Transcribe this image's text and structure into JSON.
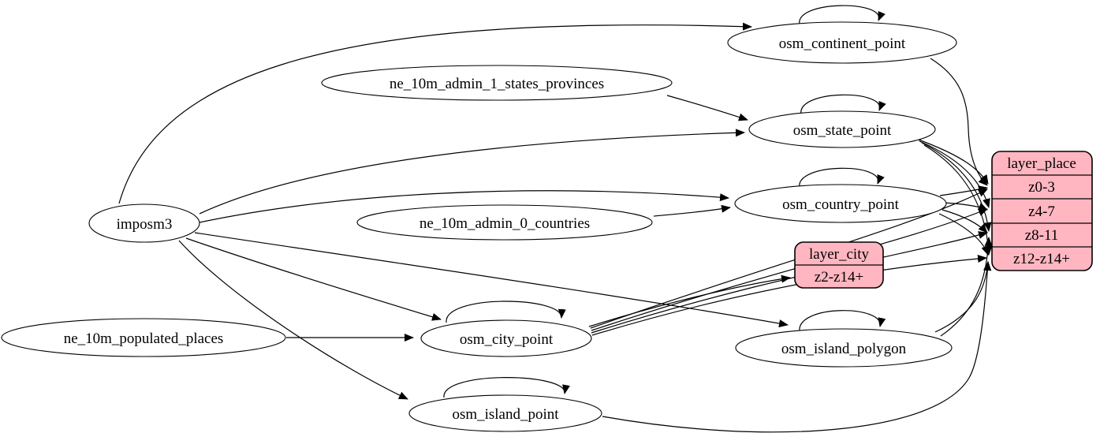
{
  "diagram": {
    "kind": "etl-graph",
    "background_color": "#ffffff",
    "table_node_fill": "#ffffff",
    "layer_node_fill": "#ffb6c1",
    "line_color": "#000000"
  },
  "nodes": {
    "imposm3": {
      "label": "imposm3",
      "shape": "ellipse"
    },
    "ne_10m_admin_1_states_provinces": {
      "label": "ne_10m_admin_1_states_provinces",
      "shape": "ellipse"
    },
    "ne_10m_admin_0_countries": {
      "label": "ne_10m_admin_0_countries",
      "shape": "ellipse"
    },
    "ne_10m_populated_places": {
      "label": "ne_10m_populated_places",
      "shape": "ellipse"
    },
    "osm_continent_point": {
      "label": "osm_continent_point",
      "shape": "ellipse"
    },
    "osm_state_point": {
      "label": "osm_state_point",
      "shape": "ellipse"
    },
    "osm_country_point": {
      "label": "osm_country_point",
      "shape": "ellipse"
    },
    "osm_city_point": {
      "label": "osm_city_point",
      "shape": "ellipse"
    },
    "osm_island_polygon": {
      "label": "osm_island_polygon",
      "shape": "ellipse"
    },
    "osm_island_point": {
      "label": "osm_island_point",
      "shape": "ellipse"
    },
    "layer_city": {
      "title": "layer_city",
      "rows": [
        "z2-z14+"
      ],
      "fill": "#ffb6c1"
    },
    "layer_place": {
      "title": "layer_place",
      "rows": [
        "z0-3",
        "z4-7",
        "z8-11",
        "z12-z14+"
      ],
      "fill": "#ffb6c1"
    }
  },
  "edges": [
    {
      "from": "imposm3",
      "to": "osm_continent_point"
    },
    {
      "from": "imposm3",
      "to": "osm_state_point"
    },
    {
      "from": "imposm3",
      "to": "osm_country_point"
    },
    {
      "from": "imposm3",
      "to": "osm_city_point"
    },
    {
      "from": "imposm3",
      "to": "osm_island_polygon"
    },
    {
      "from": "imposm3",
      "to": "osm_island_point"
    },
    {
      "from": "ne_10m_admin_1_states_provinces",
      "to": "osm_state_point"
    },
    {
      "from": "ne_10m_admin_0_countries",
      "to": "osm_country_point"
    },
    {
      "from": "ne_10m_populated_places",
      "to": "osm_city_point"
    },
    {
      "from": "osm_continent_point",
      "to": "osm_continent_point"
    },
    {
      "from": "osm_state_point",
      "to": "osm_state_point"
    },
    {
      "from": "osm_country_point",
      "to": "osm_country_point"
    },
    {
      "from": "osm_city_point",
      "to": "osm_city_point"
    },
    {
      "from": "osm_island_polygon",
      "to": "osm_island_polygon"
    },
    {
      "from": "osm_island_point",
      "to": "osm_island_point"
    },
    {
      "from": "osm_city_point",
      "to": "layer_city",
      "port": "z2-z14+"
    },
    {
      "from": "osm_continent_point",
      "to": "layer_place",
      "port": "z0-3"
    },
    {
      "from": "osm_state_point",
      "to": "layer_place",
      "port": "z0-3"
    },
    {
      "from": "osm_state_point",
      "to": "layer_place",
      "port": "z4-7"
    },
    {
      "from": "osm_state_point",
      "to": "layer_place",
      "port": "z8-11"
    },
    {
      "from": "osm_state_point",
      "to": "layer_place",
      "port": "z12-z14+"
    },
    {
      "from": "osm_country_point",
      "to": "layer_place",
      "port": "z0-3"
    },
    {
      "from": "osm_country_point",
      "to": "layer_place",
      "port": "z4-7"
    },
    {
      "from": "osm_country_point",
      "to": "layer_place",
      "port": "z8-11"
    },
    {
      "from": "osm_country_point",
      "to": "layer_place",
      "port": "z12-z14+"
    },
    {
      "from": "osm_city_point",
      "to": "layer_place",
      "port": "z0-3"
    },
    {
      "from": "osm_city_point",
      "to": "layer_place",
      "port": "z4-7"
    },
    {
      "from": "osm_city_point",
      "to": "layer_place",
      "port": "z8-11"
    },
    {
      "from": "osm_city_point",
      "to": "layer_place",
      "port": "z12-z14+"
    },
    {
      "from": "osm_island_polygon",
      "to": "layer_place",
      "port": "z8-11"
    },
    {
      "from": "osm_island_polygon",
      "to": "layer_place",
      "port": "z12-z14+"
    },
    {
      "from": "osm_island_point",
      "to": "layer_place",
      "port": "z12-z14+"
    }
  ]
}
